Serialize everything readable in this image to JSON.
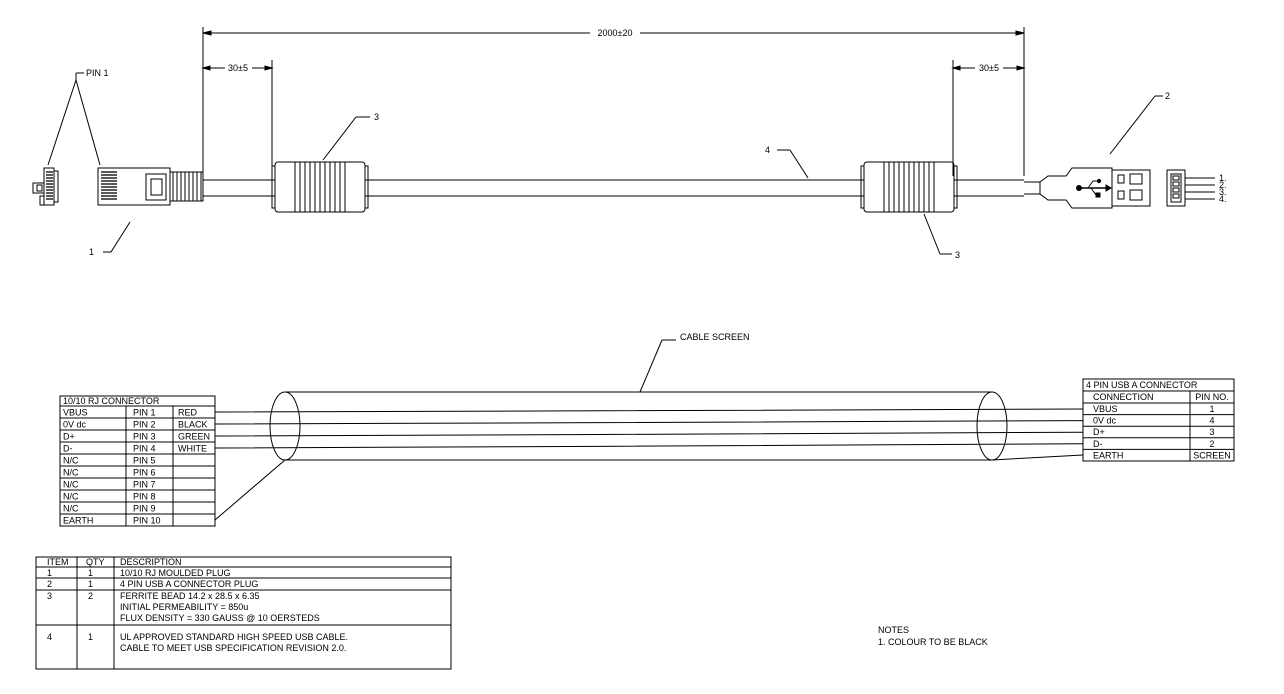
{
  "dimensions": {
    "overall": "2000±20",
    "left_offset": "30±5",
    "right_offset": "30±5"
  },
  "callouts": {
    "pin1": "PIN 1",
    "item1": "1",
    "item2": "2",
    "item3_top": "3",
    "item3_bottom": "3",
    "item4": "4",
    "cable_screen": "CABLE SCREEN"
  },
  "usb_pin_labels": [
    "1.",
    "2.",
    "3.",
    "4."
  ],
  "rj_table": {
    "title": "10/10 RJ CONNECTOR",
    "rows": [
      [
        "VBUS",
        "PIN 1",
        "RED"
      ],
      [
        "0V dc",
        "PIN 2",
        "BLACK"
      ],
      [
        "D+",
        "PIN 3",
        "GREEN"
      ],
      [
        "D-",
        "PIN 4",
        "WHITE"
      ],
      [
        "N/C",
        "PIN 5",
        ""
      ],
      [
        "N/C",
        "PIN 6",
        ""
      ],
      [
        "N/C",
        "PIN 7",
        ""
      ],
      [
        "N/C",
        "PIN 8",
        ""
      ],
      [
        "N/C",
        "PIN 9",
        ""
      ],
      [
        "EARTH",
        "PIN 10",
        ""
      ]
    ]
  },
  "usb_table": {
    "title": "4 PIN USB A CONNECTOR",
    "headers": [
      "CONNECTION",
      "PIN NO."
    ],
    "rows": [
      [
        "VBUS",
        "1"
      ],
      [
        "0V dc",
        "4"
      ],
      [
        "D+",
        "3"
      ],
      [
        "D-",
        "2"
      ],
      [
        "EARTH",
        "SCREEN"
      ]
    ]
  },
  "bom": {
    "headers": [
      "ITEM",
      "QTY",
      "DESCRIPTION"
    ],
    "rows": [
      {
        "item": "1",
        "qty": "1",
        "lines": [
          "10/10 RJ MOULDED PLUG"
        ]
      },
      {
        "item": "2",
        "qty": "1",
        "lines": [
          "4 PIN USB A CONNECTOR PLUG"
        ]
      },
      {
        "item": "3",
        "qty": "2",
        "lines": [
          "FERRITE BEAD 14.2 x 28.5 x 6.35",
          "INITIAL PERMEABILITY = 850u",
          "FLUX DENSITY = 330 GAUSS @ 10 OERSTEDS"
        ]
      },
      {
        "item": "4",
        "qty": "1",
        "lines": [
          "UL APPROVED STANDARD HIGH SPEED USB CABLE.",
          "CABLE TO MEET USB SPECIFICATION REVISION 2.0."
        ]
      }
    ]
  },
  "notes": {
    "title": "NOTES",
    "items": [
      "1. COLOUR TO BE BLACK"
    ]
  }
}
